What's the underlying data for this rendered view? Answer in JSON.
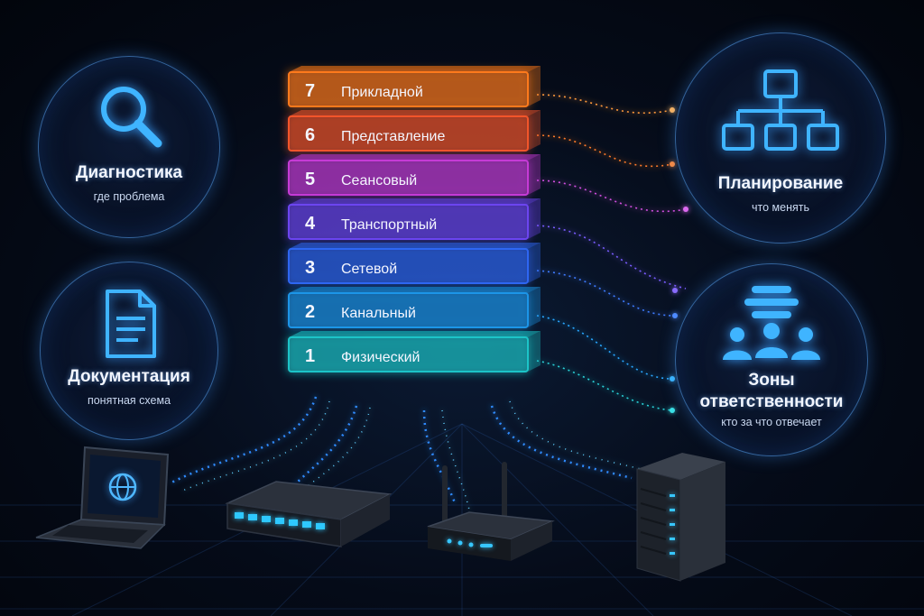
{
  "layers": [
    {
      "number": "7",
      "name": "Прикладной",
      "color": "#ff7a1a"
    },
    {
      "number": "6",
      "name": "Представление",
      "color": "#f2552b"
    },
    {
      "number": "5",
      "name": "Сеансовый",
      "color": "#c63ad6"
    },
    {
      "number": "4",
      "name": "Транспортный",
      "color": "#6c45f0"
    },
    {
      "number": "3",
      "name": "Сетевой",
      "color": "#2f66f2"
    },
    {
      "number": "2",
      "name": "Канальный",
      "color": "#1c95e8"
    },
    {
      "number": "1",
      "name": "Физический",
      "color": "#1cc4c8"
    }
  ],
  "panels": {
    "diagnostics": {
      "title": "Диагностика",
      "subtitle": "где проблема",
      "icon": "magnifier-icon"
    },
    "documentation": {
      "title": "Документация",
      "subtitle": "понятная схема",
      "icon": "document-icon"
    },
    "planning": {
      "title": "Планирование",
      "subtitle": "что менять",
      "icon": "hierarchy-icon"
    },
    "responsibility": {
      "title_line1": "Зоны",
      "title_line2": "ответственности",
      "subtitle": "кто за что отвечает",
      "icon": "team-icon"
    }
  },
  "devices": [
    "laptop-icon",
    "switch-icon",
    "router-icon",
    "server-icon"
  ],
  "accent": "#3aa0ff"
}
